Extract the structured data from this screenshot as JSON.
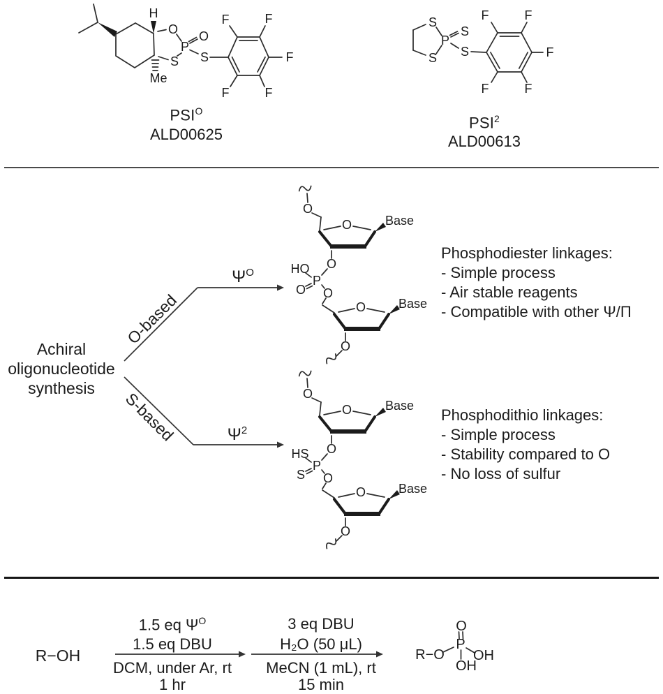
{
  "atom_labels": {
    "F": "F",
    "O": "O",
    "P": "P",
    "S": "S",
    "H": "H",
    "Me": "Me",
    "Base": "Base",
    "OH": "OH",
    "R_O": "R−O"
  },
  "top_section": {
    "psi_o": {
      "label_base": "PSI",
      "label_sup": "O",
      "catalog": "ALD00625"
    },
    "psi_2": {
      "label_base": "PSI",
      "label_sup": "2",
      "catalog": "ALD00613"
    }
  },
  "middle_section": {
    "root": {
      "line1": "Achiral",
      "line2": "oligonucleotide",
      "line3": "synthesis"
    },
    "branch_o_label": "O-based",
    "branch_s_label": "S-based",
    "psi_o_arrow": {
      "base": "Ψ",
      "sup": "O"
    },
    "psi_2_arrow": {
      "base": "Ψ",
      "sup": "2"
    },
    "dinuc_o": {
      "p_substituent": "HO",
      "p_double": "O"
    },
    "dinuc_s": {
      "p_substituent": "HS",
      "p_double": "S"
    },
    "phosphodiester": {
      "title": "Phosphodiester linkages:",
      "items": [
        "- Simple process",
        "- Air stable reagents",
        "- Compatible with other Ψ/Π"
      ]
    },
    "phosphodithio": {
      "title": "Phosphodithio linkages:",
      "items": [
        "- Simple process",
        "- Stability compared to O",
        "- No loss of sulfur"
      ]
    }
  },
  "bottom_section": {
    "reactant": "R−OH",
    "step1": {
      "above1_base": "1.5 eq Ψ",
      "above1_sup": "O",
      "above2": "1.5 eq DBU",
      "below1": "DCM, under Ar, rt",
      "below2": "1 hr"
    },
    "step2": {
      "above1": "3 eq DBU",
      "above2": "H₂O (50 μL)",
      "below1": "MeCN (1 mL), rt",
      "below2": "15 min"
    }
  }
}
